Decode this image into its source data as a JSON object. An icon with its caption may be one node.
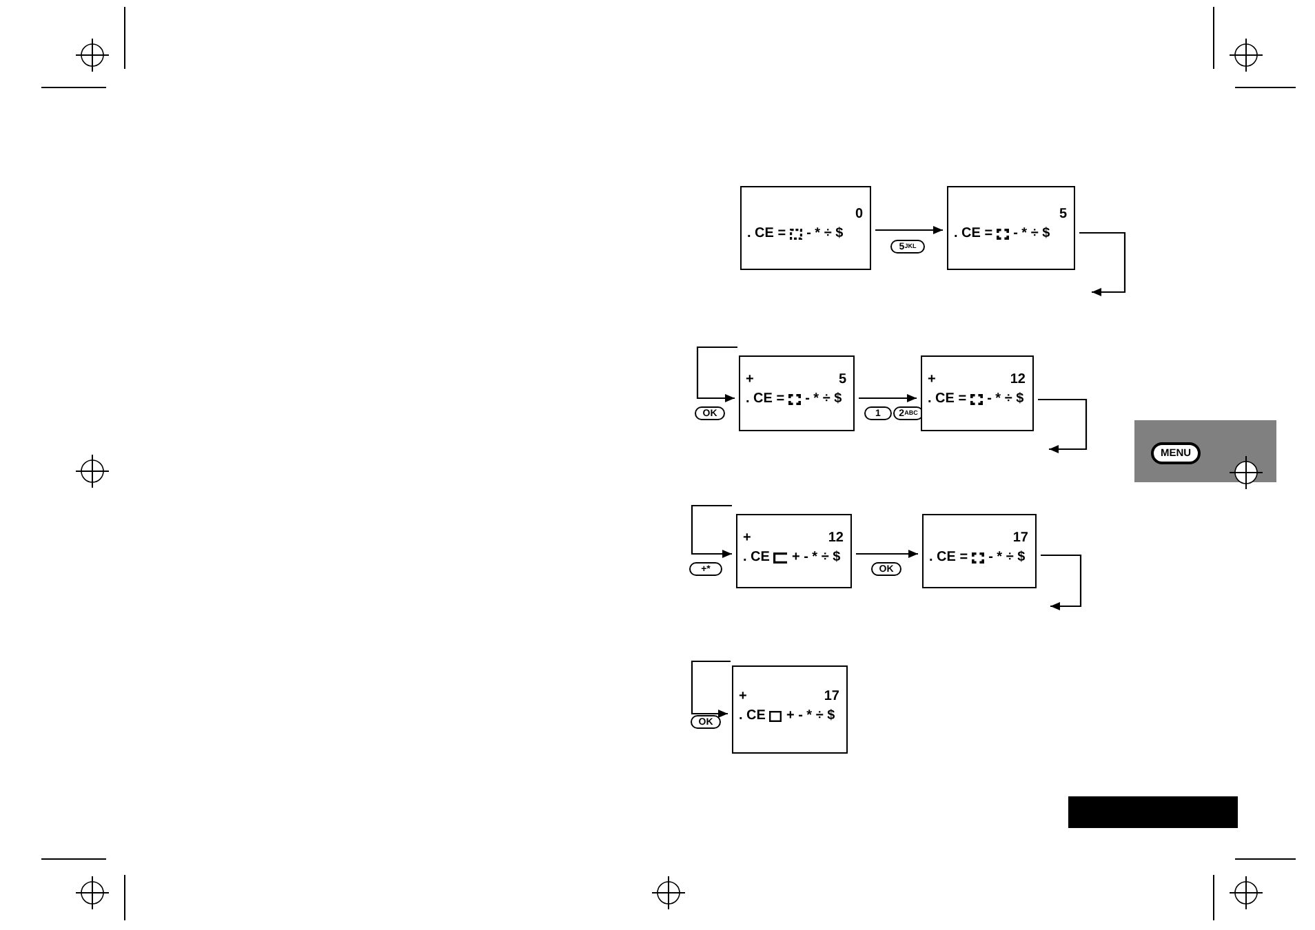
{
  "diagram": {
    "nodes": [
      {
        "text": [
          "0",
          ". CE =",
          "- * ÷ $"
        ]
      },
      {
        "text": [
          "5$^{JKL}$"
        ]
      },
      {
        "text": [
          "5",
          ". CE =",
          "- * ÷ $"
        ]
      },
      {
        "text": [
          "OK"
        ]
      },
      {
        "text": [
          "+",
          "5",
          ". CE =",
          "- * ÷ $"
        ]
      },
      {
        "text": [
          "1"
        ]
      },
      {
        "text": [
          "2$^{ABC}$"
        ]
      },
      {
        "text": [
          "+",
          "12",
          ". CE =",
          "- * ÷ $"
        ]
      },
      {
        "text": [
          "MENU"
        ]
      },
      {
        "text": [
          "+*"
        ]
      },
      {
        "text": [
          "+",
          "12",
          ". CE",
          "+ - * ÷ $"
        ]
      },
      {
        "text": [
          "OK"
        ]
      },
      {
        "text": [
          "17",
          ". CE =",
          "- * ÷ $"
        ]
      },
      {
        "text": [
          "OK"
        ]
      },
      {
        "text": [
          "+",
          "17",
          ". CE",
          "+ - * ÷ $"
        ]
      }
    ],
    "edges": [
      {
        "from": 0,
        "to": 2,
        "arrow": "to"
      },
      {
        "from": 2,
        "to": null,
        "arrow": "to"
      },
      {
        "from": null,
        "to": 4,
        "arrow": "to"
      },
      {
        "from": 4,
        "to": 7,
        "arrow": "to"
      },
      {
        "from": 7,
        "to": null,
        "arrow": "to"
      },
      {
        "from": null,
        "to": 10,
        "arrow": "to"
      },
      {
        "from": 10,
        "to": 12,
        "arrow": "to"
      },
      {
        "from": 12,
        "to": null,
        "arrow": "to"
      },
      {
        "from": null,
        "to": 14,
        "arrow": "to"
      }
    ]
  }
}
